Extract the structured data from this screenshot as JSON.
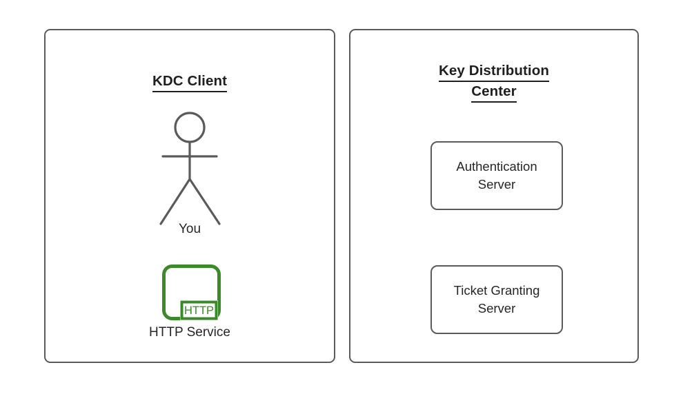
{
  "diagram": {
    "background_color": "#ffffff",
    "stroke_color": "#5a5a5a",
    "text_color": "#262626",
    "accent_green": "#3a8a29"
  },
  "panels": [
    {
      "id": "kdc-client",
      "title": "KDC Client",
      "title_style": "bold-underline"
    },
    {
      "id": "key-distribution-center",
      "title_line1": "Key Distribution",
      "title_line2": "Center",
      "title_style": "bold-underline"
    }
  ],
  "client": {
    "actor": {
      "icon": "stick-figure-actor-icon",
      "label": "You"
    },
    "service": {
      "icon": "http-service-icon",
      "badge_text": "HTTP",
      "label": "HTTP Service",
      "color": "#3a8a29"
    }
  },
  "kdc": {
    "servers": [
      {
        "id": "authentication-server",
        "label": "Authentication\nServer"
      },
      {
        "id": "ticket-granting-server",
        "label": "Ticket Granting\nServer"
      }
    ]
  }
}
